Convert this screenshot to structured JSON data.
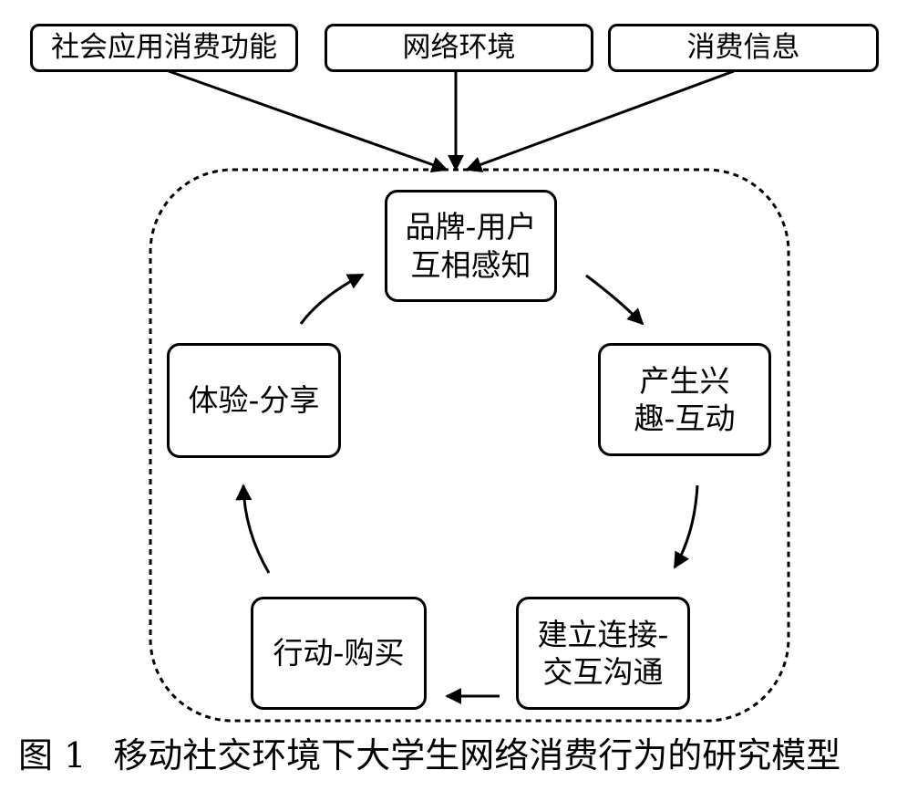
{
  "influences": [
    {
      "label": "社会应用消费功能"
    },
    {
      "label": "网络环境"
    },
    {
      "label": "消费信息"
    }
  ],
  "cycle": [
    {
      "lines": [
        "品牌-用户",
        "互相感知"
      ]
    },
    {
      "lines": [
        "产生兴",
        "趣-互动"
      ]
    },
    {
      "lines": [
        "建立连接-",
        "交互沟通"
      ]
    },
    {
      "lines": [
        "行动-购买"
      ]
    },
    {
      "lines": [
        "体验-分享"
      ]
    }
  ],
  "caption": {
    "number": "图 1",
    "text": "移动社交环境下大学生网络消费行为的研究模型"
  }
}
